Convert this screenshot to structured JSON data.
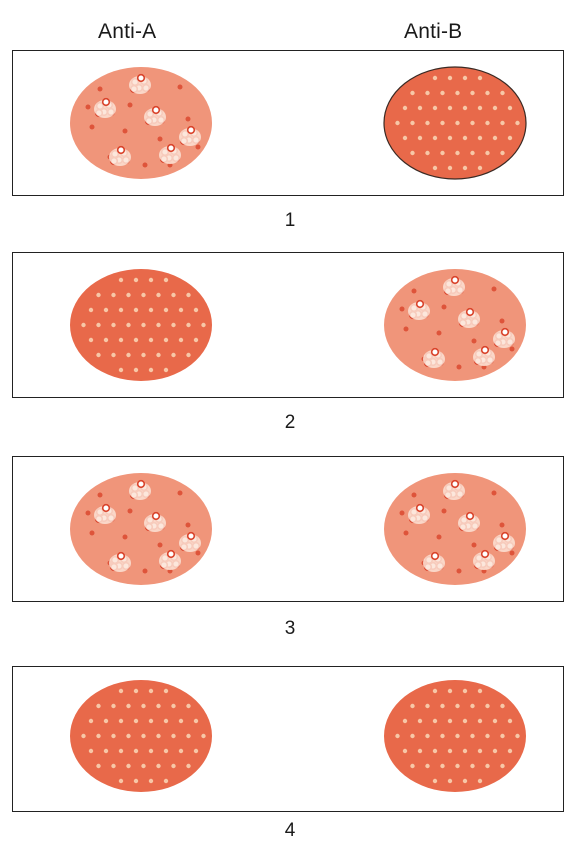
{
  "columns": {
    "anti_a": "Anti-A",
    "anti_b": "Anti-B"
  },
  "slides": [
    {
      "number": "1",
      "anti_a": "agglutinated",
      "anti_b": "smooth"
    },
    {
      "number": "2",
      "anti_a": "smooth",
      "anti_b": "agglutinated"
    },
    {
      "number": "3",
      "anti_a": "agglutinated",
      "anti_b": "agglutinated"
    },
    {
      "number": "4",
      "anti_a": "smooth",
      "anti_b": "smooth"
    }
  ],
  "colors": {
    "smooth_fill": "#e8694a",
    "smooth_dot": "#f7c7a7",
    "clumped_fill": "#f0957a",
    "clump_red": "#d9432b",
    "clump_light": "#fbe3d6"
  }
}
